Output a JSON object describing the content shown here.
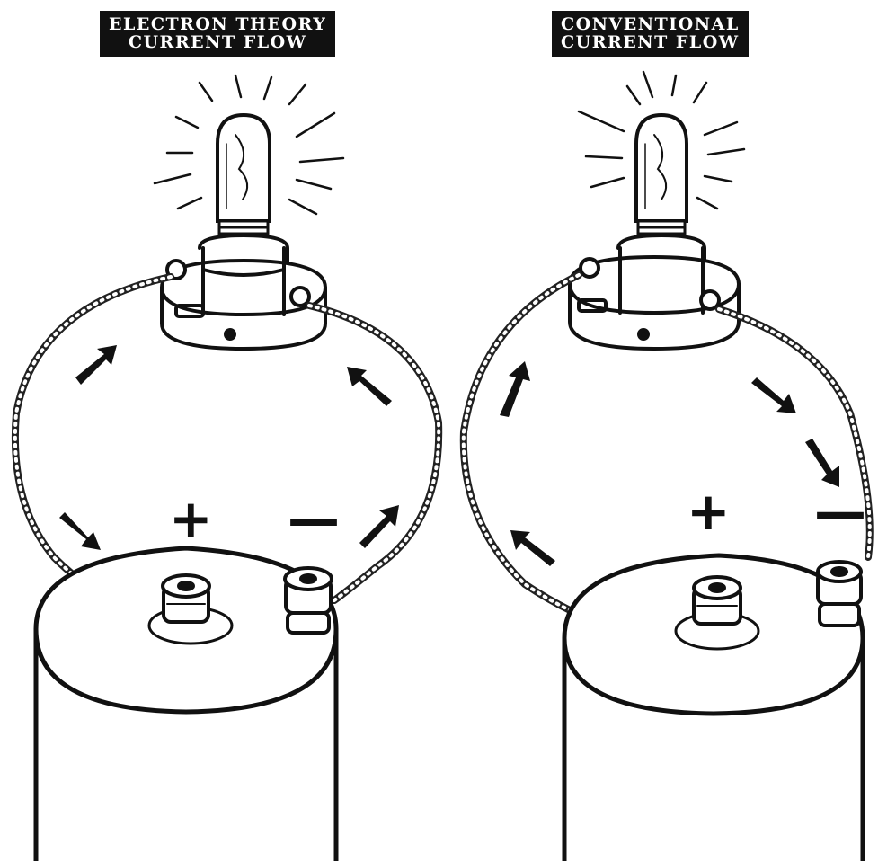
{
  "panels": [
    {
      "title_line1": "ELECTRON THEORY",
      "title_line2": "CURRENT FLOW",
      "positive_label": "+",
      "negative_label": "—"
    },
    {
      "title_line1": "CONVENTIONAL",
      "title_line2": "CURRENT FLOW",
      "positive_label": "+",
      "negative_label": "—"
    }
  ],
  "colors": {
    "ink": "#111111",
    "background": "#ffffff",
    "label_bg": "#111111",
    "label_text": "#ffffff"
  }
}
